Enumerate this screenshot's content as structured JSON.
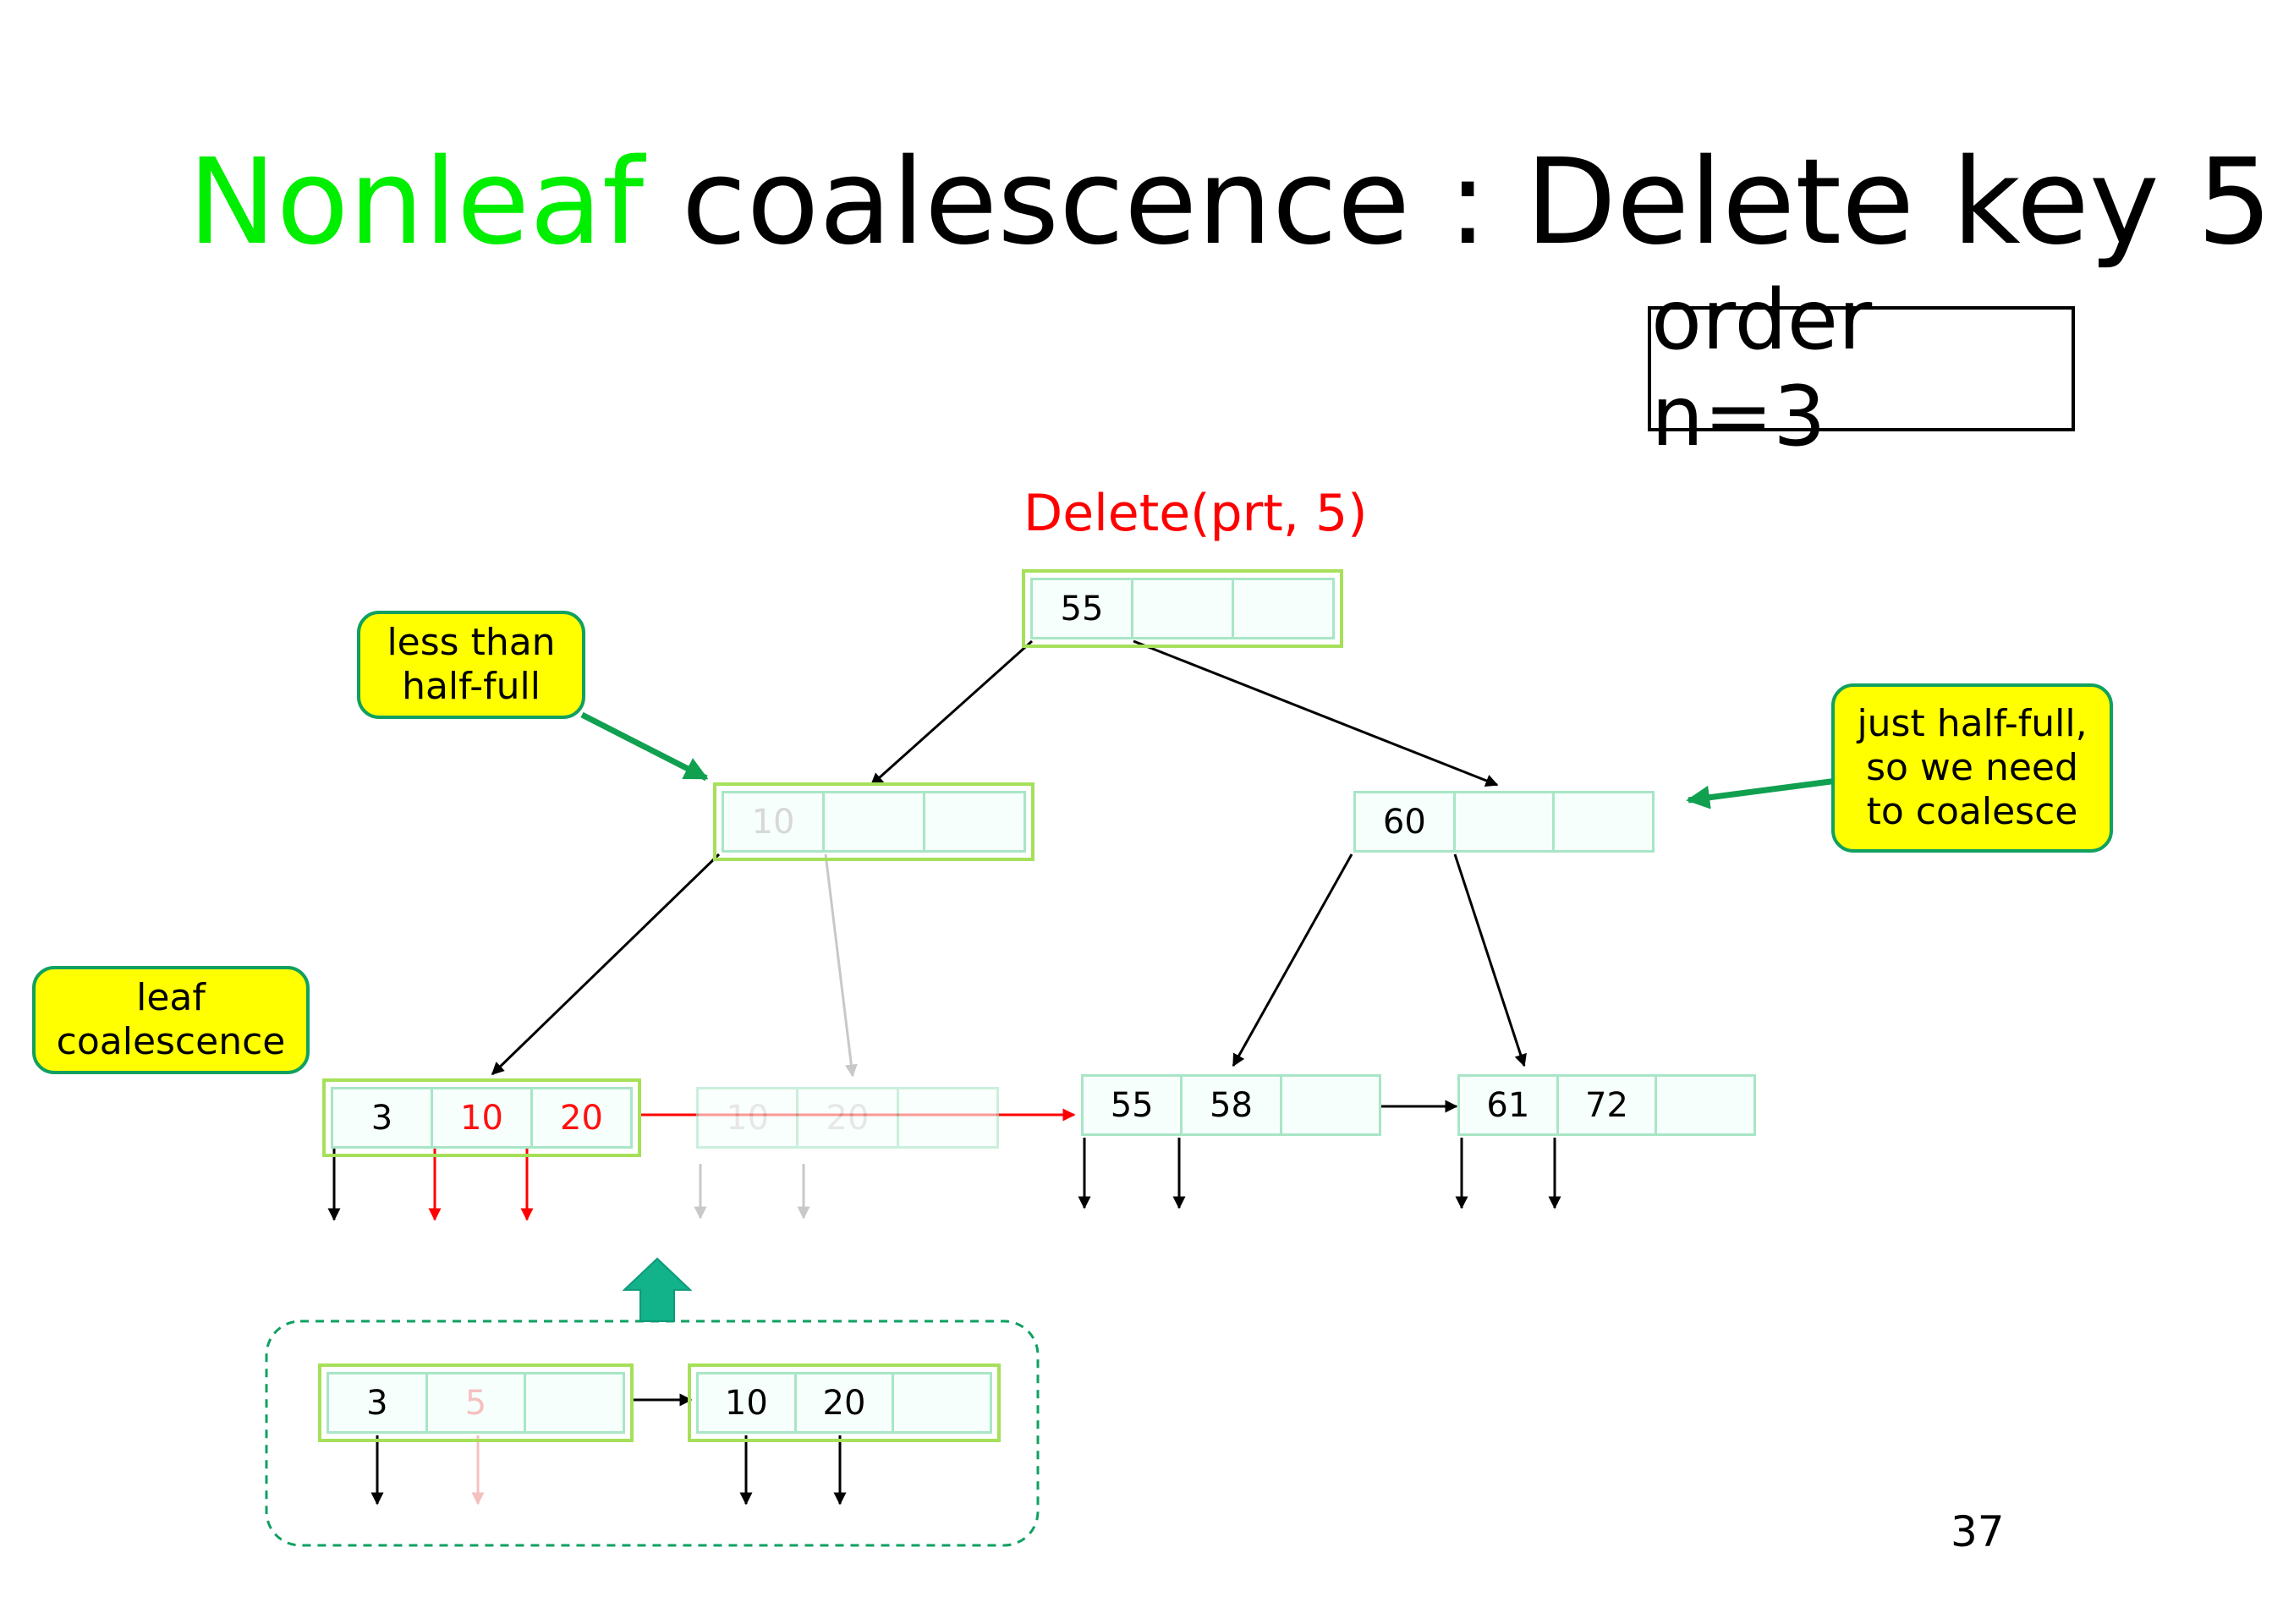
{
  "slide": {
    "title_highlight": "Nonleaf",
    "title_rest": " coalescence : Delete key 5",
    "order_label": "order n=3",
    "delete_call": "Delete(prt, 5)",
    "page_number": "37"
  },
  "callouts": {
    "less_than_half": [
      "less than",
      "half-full"
    ],
    "just_half_full": [
      "just half-full,",
      "so we need",
      "to coalesce"
    ],
    "leaf_coalescence": [
      "leaf",
      "coalescence"
    ]
  },
  "nodes": {
    "root": [
      "55",
      "",
      ""
    ],
    "inner_left": [
      "10",
      "",
      ""
    ],
    "inner_right": [
      "60",
      "",
      ""
    ],
    "leaf_merged": [
      "3",
      "10",
      "20"
    ],
    "leaf_old": [
      "10",
      "20",
      ""
    ],
    "leaf_55": [
      "55",
      "58",
      ""
    ],
    "leaf_61": [
      "61",
      "72",
      ""
    ],
    "before_left": [
      "3",
      "5",
      ""
    ],
    "before_right": [
      "10",
      "20",
      ""
    ]
  },
  "colors": {
    "title_highlight": "#00ee00",
    "delete_text": "#ff0000",
    "callout_fill": "#ffff00",
    "callout_border": "#10a060",
    "node_border": "#a8e6c6",
    "node_highlight": "#a6e05a",
    "pointer_red": "#ff0000",
    "pointer_faded": "#c8c8c8",
    "callout_arrow": "#10a050"
  }
}
